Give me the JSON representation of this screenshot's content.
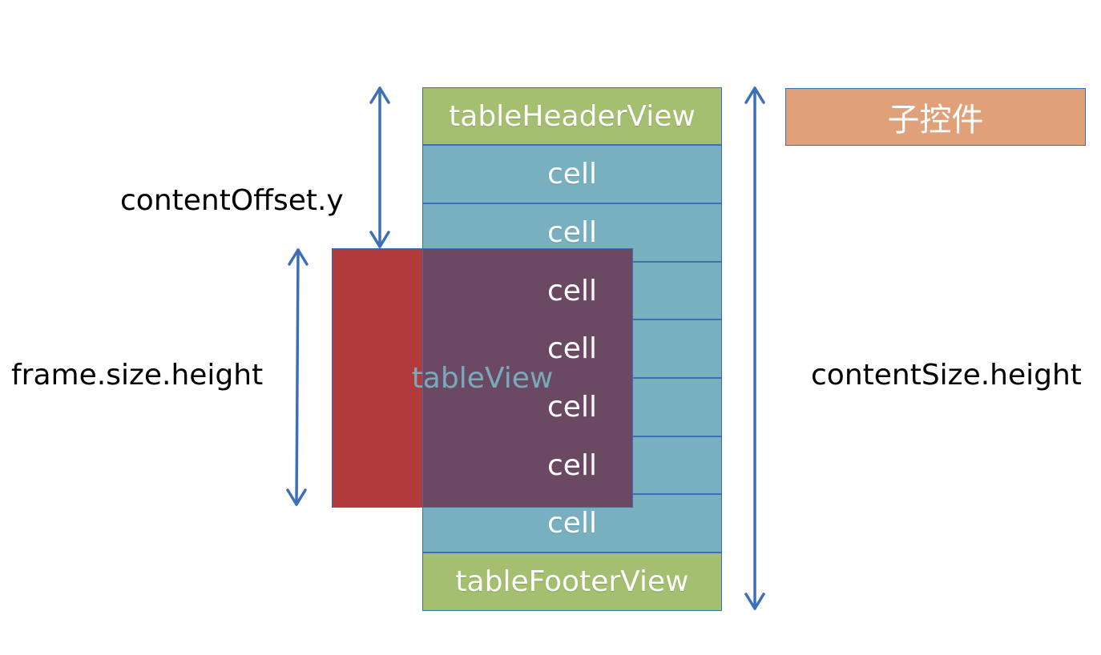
{
  "stack": {
    "header": "tableHeaderView",
    "cells": [
      "cell",
      "cell",
      "cell",
      "cell",
      "cell",
      "cell",
      "cell"
    ],
    "footer": "tableFooterView"
  },
  "table_view_label": "tableView",
  "child_label": "子控件",
  "labels": {
    "content_offset_y": "contentOffset.y",
    "frame_size_height": "frame.size.height",
    "content_size_height": "contentSize.height"
  },
  "colors": {
    "header_footer": "#a3bf6f",
    "cell": "#79b0c0",
    "table_view": "#b23a3a",
    "child": "#e0a07a",
    "arrow": "#3d6fb6"
  }
}
